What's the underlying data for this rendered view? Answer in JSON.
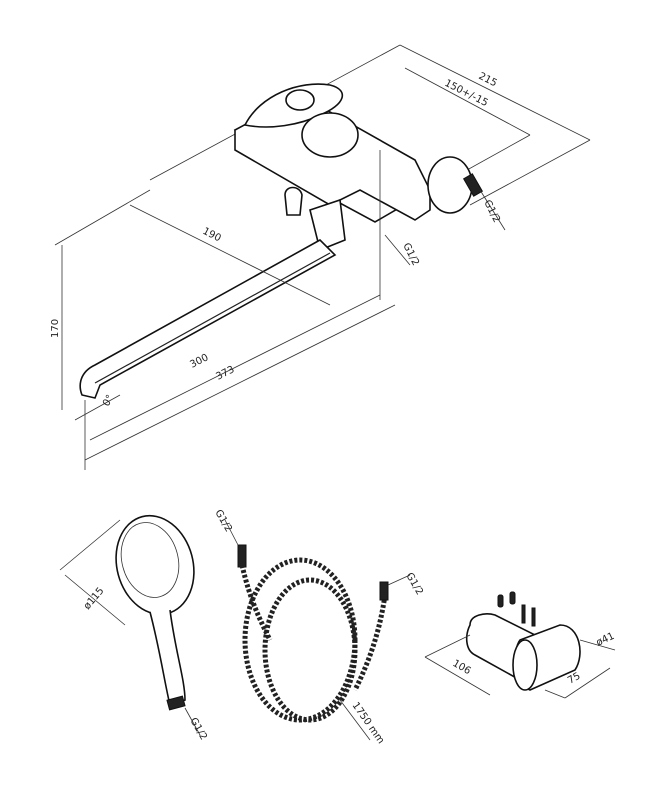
{
  "mixer": {
    "dim_total_depth": "215",
    "dim_center_distance": "150+/-15",
    "dim_inlet_thread": "G1/2",
    "dim_outlet_thread": "G1/2",
    "dim_spout_offset": "190",
    "dim_height": "170",
    "dim_spout_length": "300",
    "dim_total_length": "373",
    "dim_spout_angle": "0°"
  },
  "hand_shower": {
    "dim_diameter": "ø115",
    "dim_thread": "G1/2"
  },
  "hose": {
    "dim_thread_top": "G1/2",
    "dim_thread_right": "G1/2",
    "dim_length": "1750 mm"
  },
  "holder": {
    "dim_diameter": "ø41",
    "dim_length": "106",
    "dim_width": "75"
  }
}
